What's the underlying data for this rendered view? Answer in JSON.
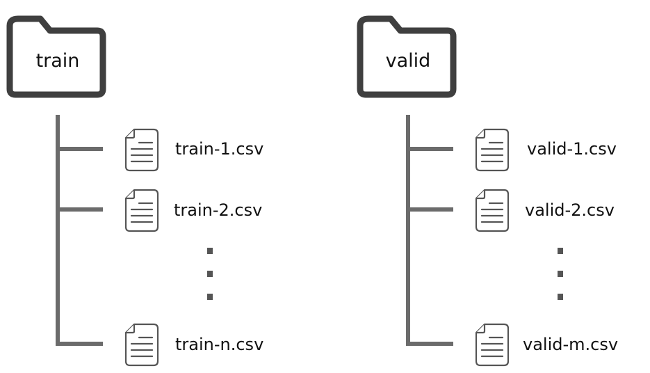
{
  "folders": [
    {
      "label": "train",
      "files": [
        "train-1.csv",
        "train-2.csv",
        "train-n.csv"
      ],
      "ellipsis": "⋮"
    },
    {
      "label": "valid",
      "files": [
        "valid-1.csv",
        "valid-2.csv",
        "valid-m.csv"
      ],
      "ellipsis": "⋮"
    }
  ],
  "colors": {
    "folder_outline": "#3f3f3f",
    "tree_line": "#6b6b6b",
    "file_icon": "#555555",
    "text": "#111111"
  },
  "icons": {
    "folder": "folder-icon",
    "file": "file-icon",
    "ellipsis": "vertical-ellipsis-icon"
  }
}
